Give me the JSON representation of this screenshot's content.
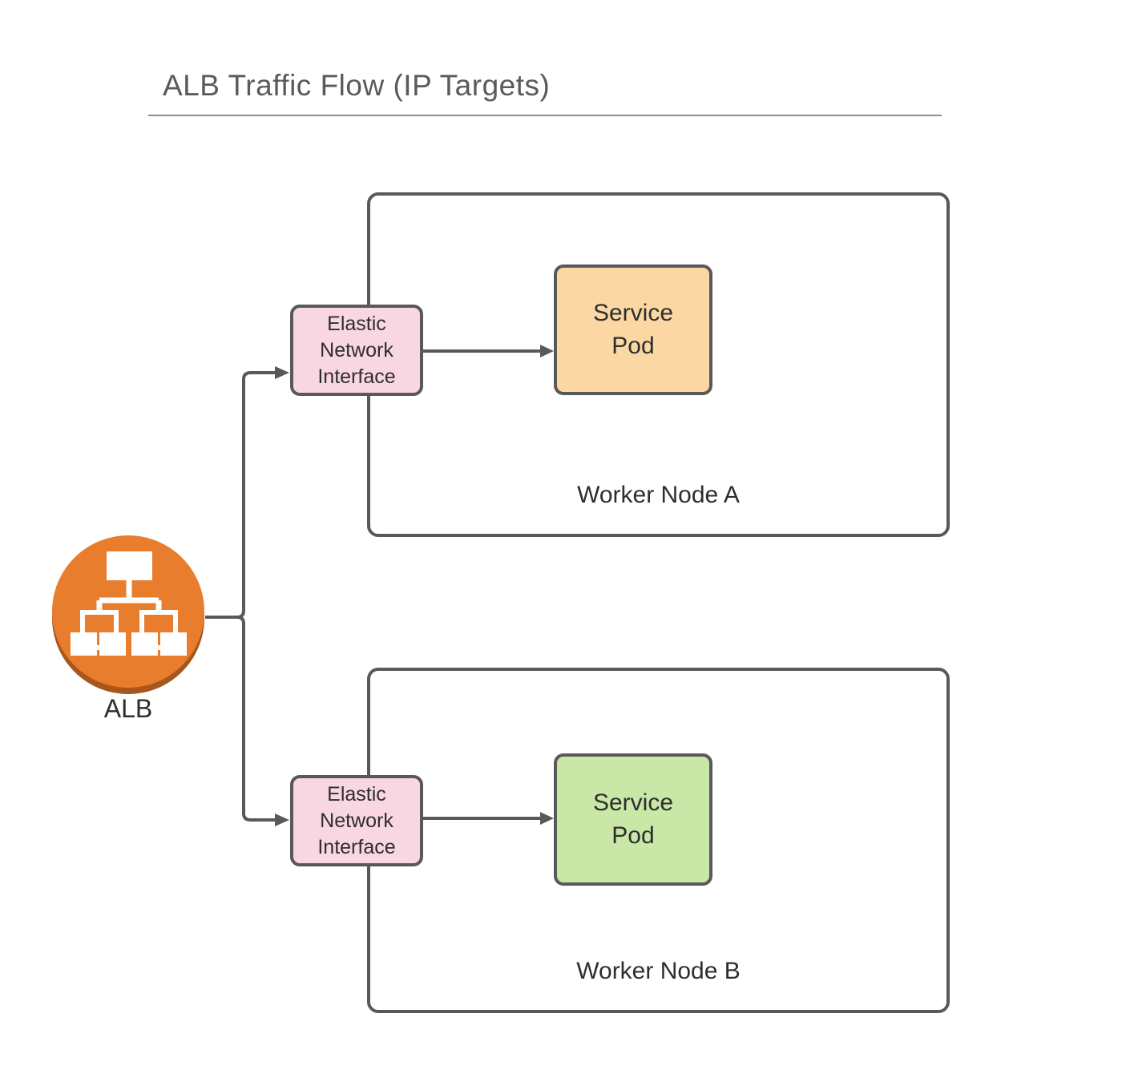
{
  "title": {
    "text": "ALB Traffic Flow (IP Targets)"
  },
  "alb": {
    "label": "ALB"
  },
  "worker_nodes": [
    {
      "label": "Worker Node A",
      "eni": {
        "label": "Elastic\nNetwork\nInterface"
      },
      "pod": {
        "label": "Service\nPod",
        "color": "#fbd8a3"
      }
    },
    {
      "label": "Worker Node B",
      "eni": {
        "label": "Elastic\nNetwork\nInterface"
      },
      "pod": {
        "label": "Service\nPod",
        "color": "#c9e7a7"
      }
    }
  ],
  "colors": {
    "border_gray": "#595959",
    "connector_gray": "#595959",
    "eni_fill": "#f8d7e2",
    "pod_a_fill": "#fbd8a3",
    "pod_b_fill": "#c9e7a7",
    "alb_orange": "#e87d2e",
    "alb_orange_shadow": "#a7571e",
    "title_gray": "#5a5a5a",
    "underline_gray": "#8f8f8f",
    "label_dark": "#2e2e2e"
  }
}
